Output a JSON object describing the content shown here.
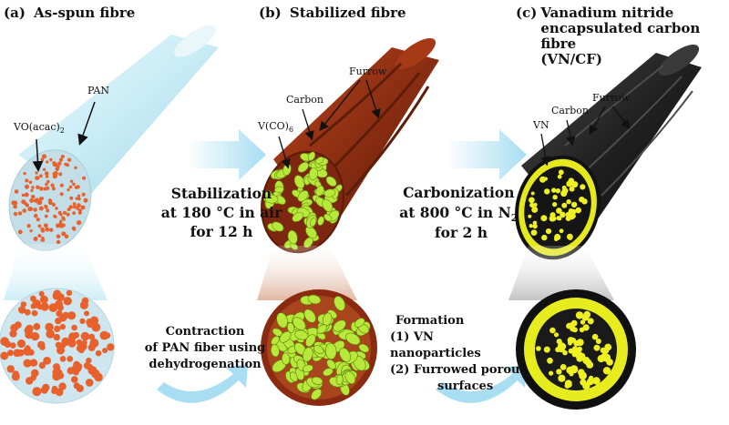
{
  "panels": {
    "a": {
      "letter": "(a)",
      "title": "As-spun fibre"
    },
    "b": {
      "letter": "(b)",
      "title": "Stabilized fibre"
    },
    "c": {
      "letter": "(c)",
      "title_lines": [
        "Vanadium nitride",
        "encapsulated carbon fibre",
        "(VN/CF)"
      ]
    }
  },
  "labels": {
    "pan": "PAN",
    "vo_acac": "VO(acac)",
    "vo_acac_sub": "2",
    "v_co": "V(CO)",
    "v_co_sub": "6",
    "carbon_b": "Carbon",
    "furrow_b": "Furrow",
    "vn": "VN",
    "carbon_c": "Carbon",
    "furrow_c": "Furrow"
  },
  "steps": {
    "stabilization": [
      "Stabilization",
      "at 180 °C in air",
      "for 12 h"
    ],
    "carbonization": {
      "line1": "Carbonization",
      "line2": "at 800 °C in N",
      "line2_sub": "2",
      "line3": "for 2 h"
    },
    "contraction": [
      "Contraction",
      "of PAN fiber using",
      "dehydrogenation"
    ],
    "formation": [
      "Formation",
      "(1) VN nanoparticles",
      "(2) Furrowed porous",
      "surfaces"
    ]
  },
  "colors": {
    "pan_fibre": "#cfeef6",
    "pan_face": "#c7e2ea",
    "particle_orange": "#e8612c",
    "stabilized_fibre": "#8a2d12",
    "carbon_fibre": "#1a1a1a",
    "vanadium_green": "#b8e83a",
    "vn_yellow": "#eef020",
    "arrow": "#9fdaf1"
  }
}
